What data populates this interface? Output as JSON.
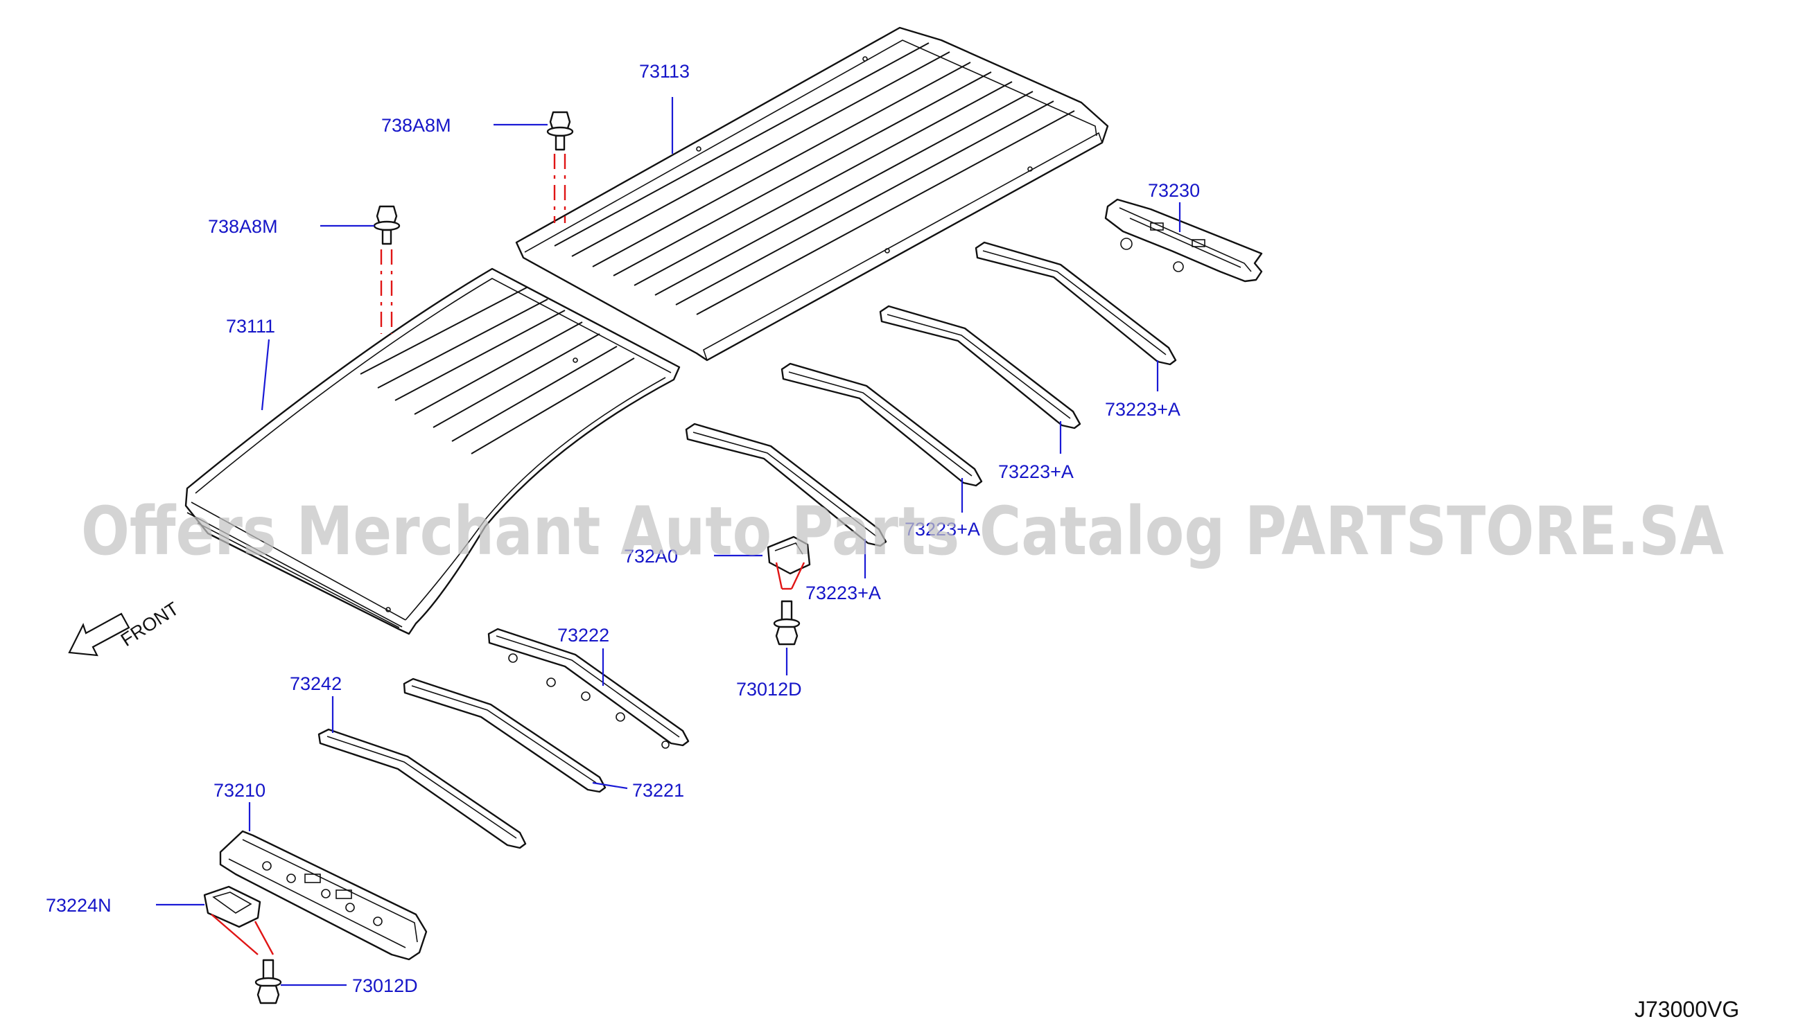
{
  "labels": {
    "p73113": "73113",
    "p738A8M_a": "738A8M",
    "p738A8M_b": "738A8M",
    "p73111": "73111",
    "p73230": "73230",
    "p73223A_1": "73223+A",
    "p73223A_2": "73223+A",
    "p73223A_3": "73223+A",
    "p73223A_4": "73223+A",
    "p732A0": "732A0",
    "p73012D_a": "73012D",
    "p73222": "73222",
    "p73242": "73242",
    "p73221": "73221",
    "p73210": "73210",
    "p73224N": "73224N",
    "p73012D_b": "73012D"
  },
  "front_label": "FRONT",
  "diagram_code": "J73000VG",
  "watermark": "Offers Merchant Auto Parts Catalog PARTSTORE.SA",
  "colors": {
    "callout_text": "#1515c8",
    "leader_line": "#1a1ad6",
    "install_line": "#e01414",
    "linework": "#111111",
    "watermark": "#c4c4c4"
  }
}
